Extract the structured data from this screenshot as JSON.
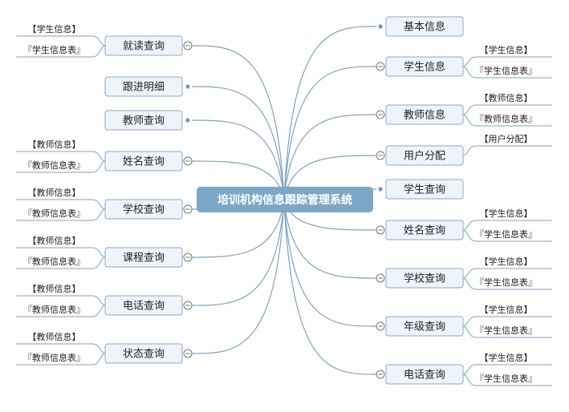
{
  "center": {
    "title": "培训机构信息跟踪管理系统"
  },
  "colors": {
    "line": "#7fa2c4",
    "node_fill": "#eef4fa",
    "node_stroke": "#8aa9c8",
    "center_fill": "#7ea6c6",
    "toggle_stroke": "#777777"
  },
  "left": [
    {
      "label": "就读查询",
      "toggle": "collapse",
      "children": [
        "【学生信息】",
        "『学生信息表』"
      ]
    },
    {
      "label": "跟进明细",
      "toggle": "dot",
      "children": []
    },
    {
      "label": "教师查询",
      "toggle": "dot",
      "children": []
    },
    {
      "label": "姓名查询",
      "toggle": "collapse",
      "children": [
        "【教师信息】",
        "『教师信息表』"
      ]
    },
    {
      "label": "学校查询",
      "toggle": "collapse",
      "children": [
        "【教师信息】",
        "『教师信息表』"
      ]
    },
    {
      "label": "课程查询",
      "toggle": "collapse",
      "children": [
        "【教师信息】",
        "『教师信息表』"
      ]
    },
    {
      "label": "电话查询",
      "toggle": "collapse",
      "children": [
        "【教师信息】",
        "『教师信息表』"
      ]
    },
    {
      "label": "状态查询",
      "toggle": "collapse",
      "children": [
        "【教师信息】",
        "『教师信息表』"
      ]
    }
  ],
  "right": [
    {
      "label": "基本信息",
      "toggle": "dot",
      "children": []
    },
    {
      "label": "学生信息",
      "toggle": "collapse",
      "children": [
        "【学生信息】",
        "『学生信息表』"
      ]
    },
    {
      "label": "教师信息",
      "toggle": "collapse",
      "children": [
        "【教师信息】",
        "『教师信息表』"
      ]
    },
    {
      "label": "用户分配",
      "toggle": "collapse",
      "children": [
        "【用户分配】"
      ]
    },
    {
      "label": "学生查询",
      "toggle": "dot",
      "children": []
    },
    {
      "label": "姓名查询",
      "toggle": "collapse",
      "children": [
        "【学生信息】",
        "『学生信息表』"
      ]
    },
    {
      "label": "学校查询",
      "toggle": "collapse",
      "children": [
        "【学生信息】",
        "『学生信息表』"
      ]
    },
    {
      "label": "年级查询",
      "toggle": "collapse",
      "children": [
        "【学生信息】",
        "『学生信息表』"
      ]
    },
    {
      "label": "电话查询",
      "toggle": "collapse",
      "children": [
        "【学生信息】",
        "『学生信息表』"
      ]
    }
  ]
}
